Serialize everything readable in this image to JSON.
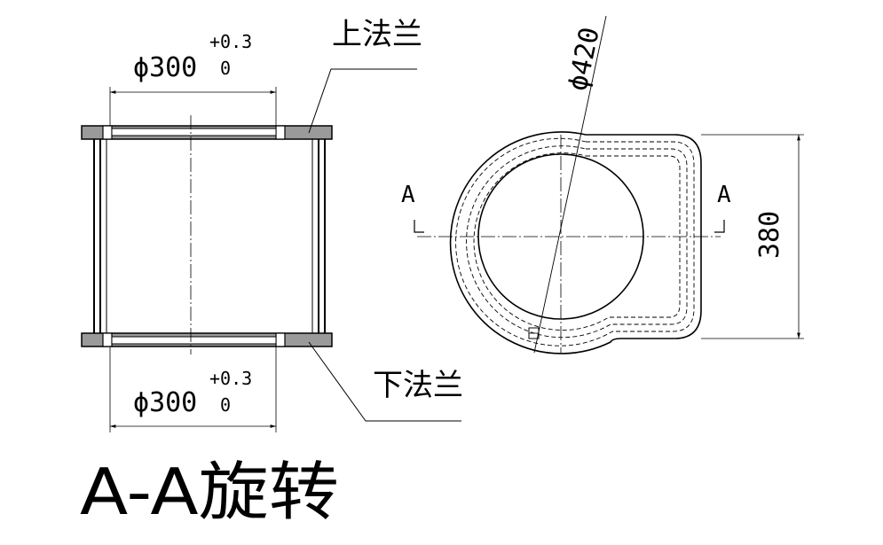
{
  "labels": {
    "upper_flange": "上法兰",
    "lower_flange": "下法兰",
    "section_title": "A-A旋转",
    "section_mark_left": "A",
    "section_mark_right": "A"
  },
  "dimensions": {
    "top_diameter": {
      "symbol": "ϕ",
      "value": "300",
      "upper_tol": "+0.3",
      "lower_tol": "0"
    },
    "bottom_diameter": {
      "symbol": "ϕ",
      "value": "300",
      "upper_tol": "+0.3",
      "lower_tol": "0"
    },
    "outer_diameter": "ϕ420",
    "height": "380"
  },
  "colors": {
    "line": "#000000",
    "background": "#ffffff"
  }
}
